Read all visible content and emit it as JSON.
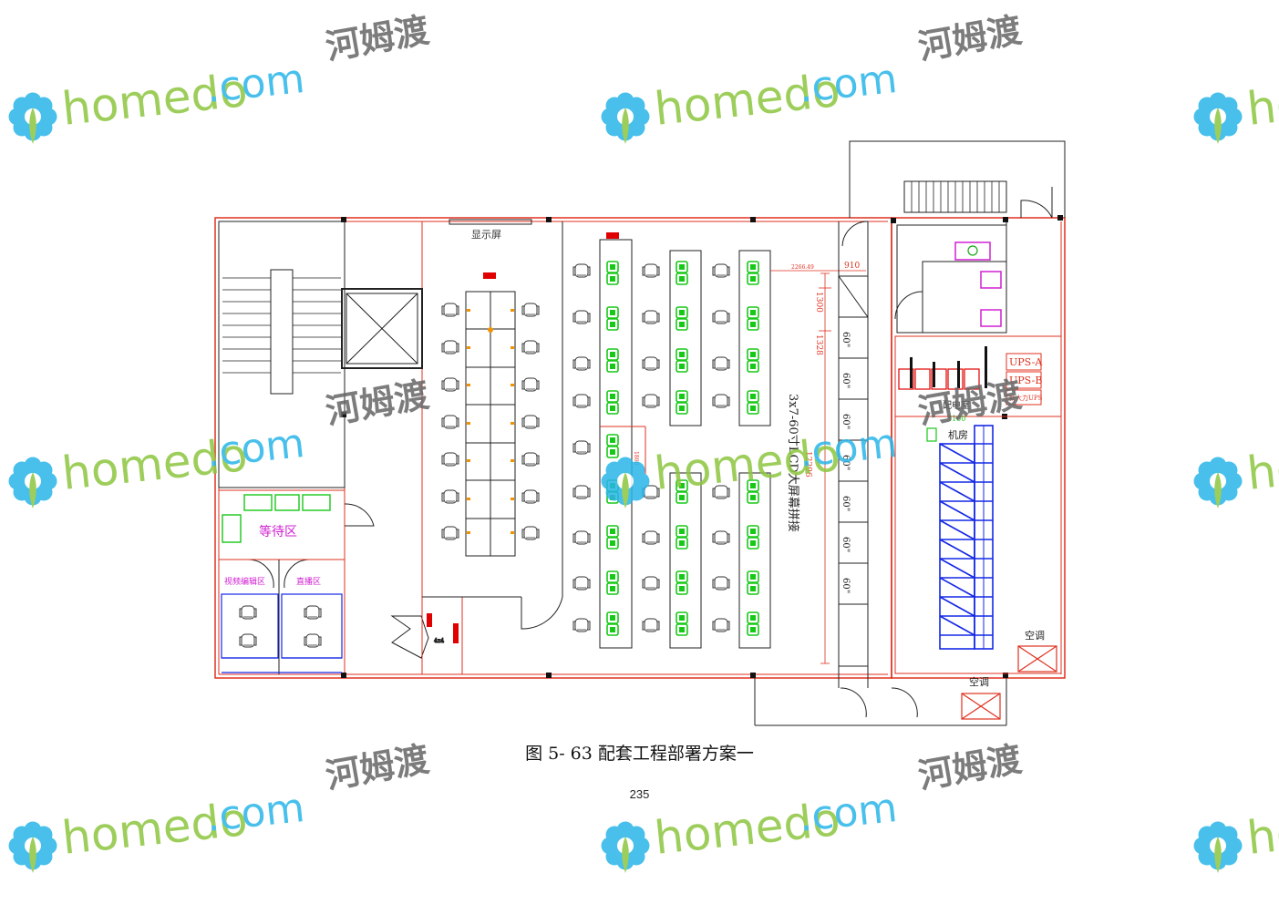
{
  "labels": {
    "display_screen": "显示屏",
    "waiting_area": "等待区",
    "video_edit_room": "视频编辑区",
    "live_room": "直播区",
    "big_screen": "3x7-60寸LCD大屏幕拼接",
    "power_room": "配电室",
    "machine_room": "机房",
    "ups_a": "UPS-A",
    "ups_b": "UPS-B",
    "ups_note": "新大力UPS",
    "ac1": "空调",
    "ac2": "空调"
  },
  "dimensions": {
    "d_2266": "2266.49",
    "d_910": "910",
    "d_1300": "1300",
    "d_1328": "1328",
    "d_12296": "12296",
    "d_3100": "3100",
    "panel_inch": "60\""
  },
  "caption": "图 5- 63 配套工程部署方案一",
  "page_number": "235",
  "watermark": {
    "brand": "homedo",
    "dotcom": ".com",
    "cn": "河姆渡",
    "colors": {
      "green": "#8dc63f",
      "cyan": "#29b6e8",
      "gray": "#666666"
    }
  },
  "colors": {
    "wall": "#e0311f",
    "line": "#222222",
    "furniture_green": "#18c818",
    "rack_blue": "#1428e6",
    "magenta": "#d020d0",
    "red_block": "#e00000"
  }
}
